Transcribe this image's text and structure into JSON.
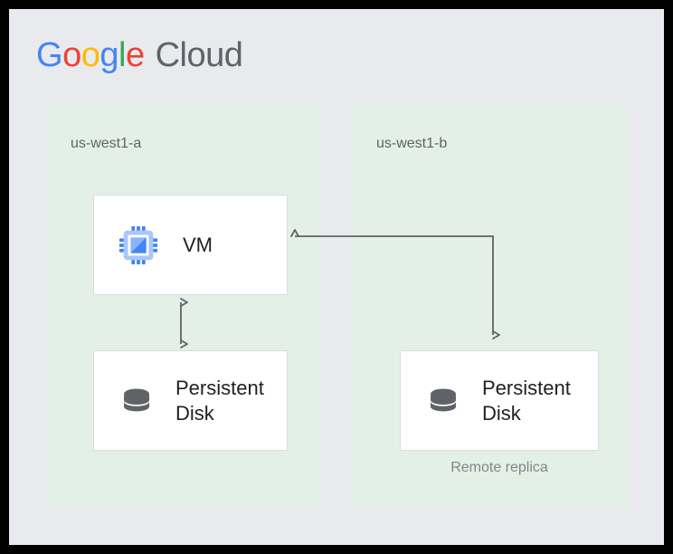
{
  "brand": {
    "google": [
      "G",
      "o",
      "o",
      "g",
      "l",
      "e"
    ],
    "cloud": "Cloud"
  },
  "zones": [
    {
      "id": "us-west1-a",
      "label": "us-west1-a",
      "nodes": [
        {
          "id": "vm",
          "label": "VM",
          "icon": "compute-engine-chip-icon"
        },
        {
          "id": "persistent-disk-a",
          "label": "Persistent\nDisk",
          "icon": "database-disk-icon"
        }
      ]
    },
    {
      "id": "us-west1-b",
      "label": "us-west1-b",
      "nodes": [
        {
          "id": "persistent-disk-b",
          "label": "Persistent\nDisk",
          "icon": "database-disk-icon",
          "caption": "Remote replica"
        }
      ]
    }
  ],
  "connectors": [
    {
      "id": "vm-to-disk-a",
      "style": "double-arrow-vertical"
    },
    {
      "id": "replica-to-vm",
      "style": "elbow-double-arrow"
    }
  ],
  "colors": {
    "canvas": "#e8eaed",
    "zone": "#e3f0e7",
    "node_bg": "#ffffff",
    "node_border": "#dadce0",
    "text_primary": "#202124",
    "text_secondary": "#5f6368",
    "caption": "#80868b",
    "connector": "#5f6368",
    "icon_blue": "#4285f4",
    "icon_blue_light": "#a8c7fa",
    "icon_gray": "#5f6368",
    "google_blue": "#4285f4",
    "google_red": "#ea4335",
    "google_yellow": "#fbbc05",
    "google_green": "#34a853"
  }
}
